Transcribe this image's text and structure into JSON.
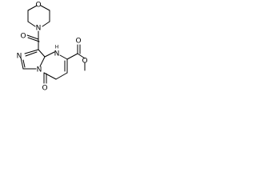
{
  "molecule": {
    "atoms": {
      "morpholine_o": "O",
      "morpholine_n": "N",
      "amide_o": "O",
      "imidazole_n": "N",
      "bridgehead_n": "N",
      "nh": "N",
      "h": "H",
      "pyrimidinone_o": "O",
      "ester_o_carbonyl": "O",
      "ester_o_methoxy": "O"
    },
    "colors": {
      "bond": "#000000",
      "label": "#000000",
      "background": "#ffffff"
    }
  }
}
